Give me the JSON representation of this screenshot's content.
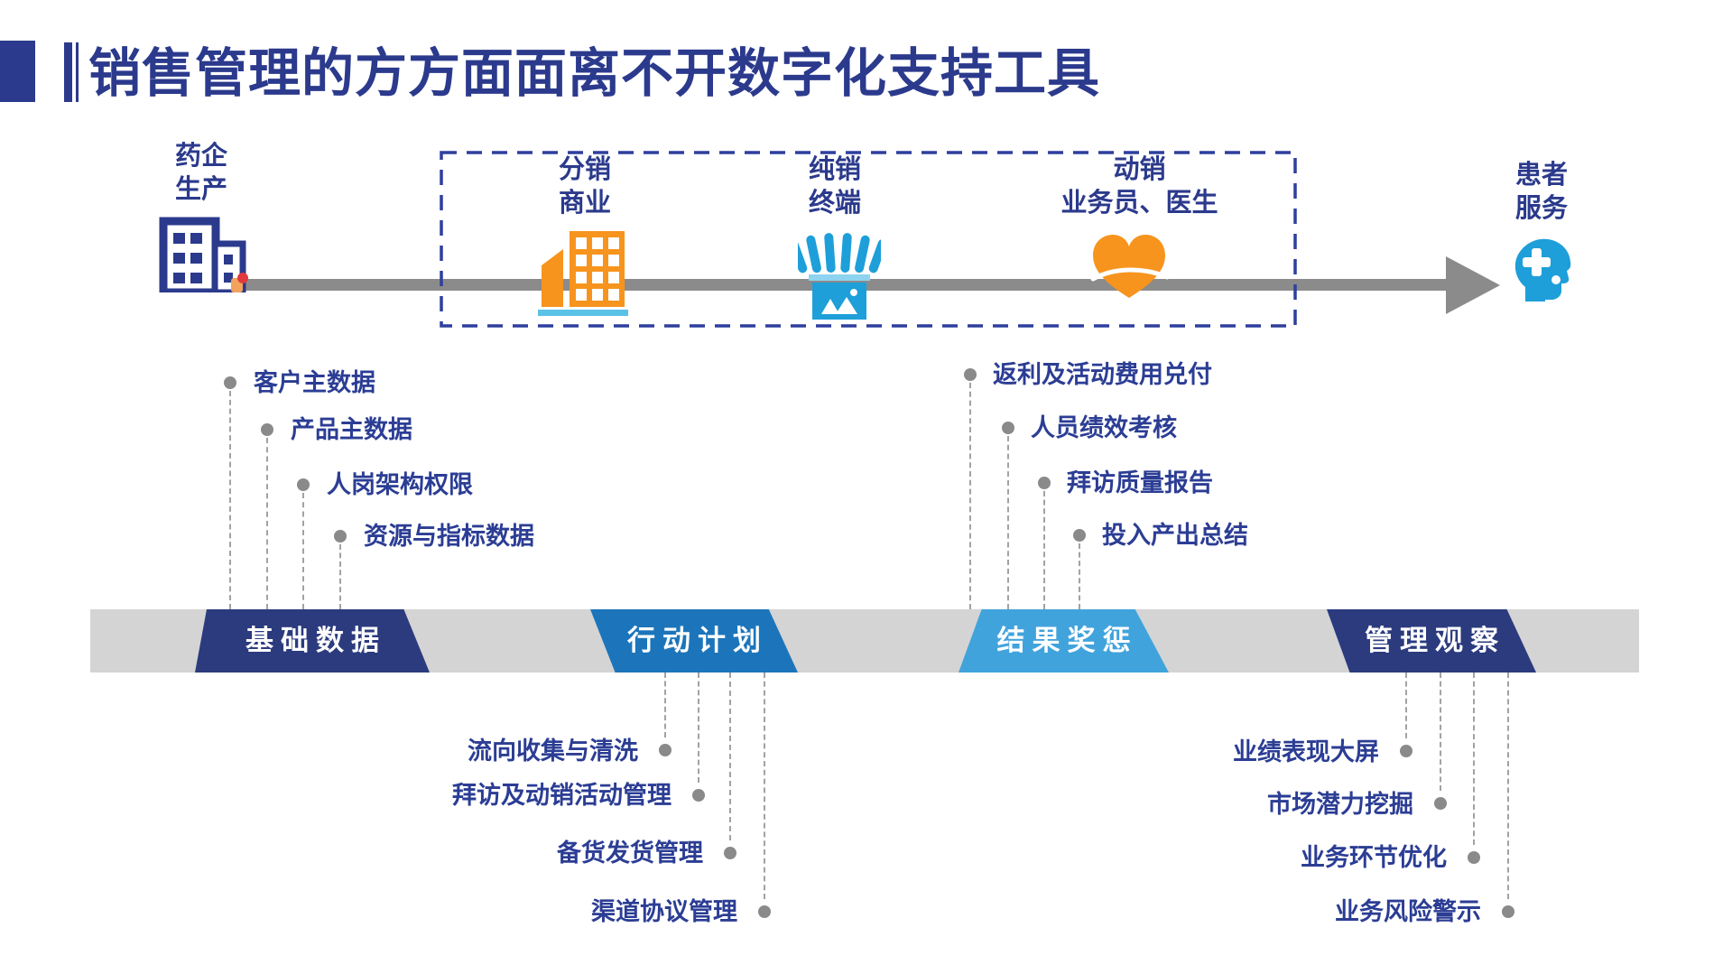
{
  "title": "销售管理的方方面面离不开数字化支持工具",
  "flow": {
    "stages": [
      {
        "id": "pharma-production",
        "icon": "factory-building-icon",
        "lines": [
          "药企",
          "生产"
        ]
      },
      {
        "id": "distribution",
        "icon": "warehouse-icon",
        "lines": [
          "分销",
          "商业"
        ]
      },
      {
        "id": "retail-terminal",
        "icon": "storefront-icon",
        "lines": [
          "纯销",
          "终端"
        ]
      },
      {
        "id": "sales-activation",
        "icon": "heart-hands-icon",
        "lines": [
          "动销",
          "业务员、医生"
        ]
      },
      {
        "id": "patient-service",
        "icon": "patient-head-icon",
        "lines": [
          "患者",
          "服务"
        ]
      }
    ]
  },
  "bands": [
    {
      "label": "基础数据",
      "color": "#2B3B7E",
      "items_position": "above",
      "items": [
        "客户主数据",
        "产品主数据",
        "人岗架构权限",
        "资源与指标数据"
      ]
    },
    {
      "label": "行动计划",
      "color": "#1C75BB",
      "items_position": "below",
      "items": [
        "流向收集与清洗",
        "拜访及动销活动管理",
        "备货发货管理",
        "渠道协议管理"
      ]
    },
    {
      "label": "结果奖惩",
      "color": "#41A3DC",
      "items_position": "above",
      "items": [
        "返利及活动费用兑付",
        "人员绩效考核",
        "拜访质量报告",
        "投入产出总结"
      ]
    },
    {
      "label": "管理观察",
      "color": "#2B3B7E",
      "items_position": "below",
      "items": [
        "业绩表现大屏",
        "市场潜力挖掘",
        "业务环节优化",
        "业务风险警示"
      ]
    }
  ],
  "colors": {
    "primary_navy": "#2B3A8C",
    "banner_navy": "#2B3B7E",
    "banner_blue": "#1C75BB",
    "banner_light_blue": "#41A3DC",
    "orange": "#F7941E",
    "cyan_blue": "#1E9FD9",
    "gray_band": "#D4D4D4",
    "arrow_gray": "#8B8B8B"
  }
}
